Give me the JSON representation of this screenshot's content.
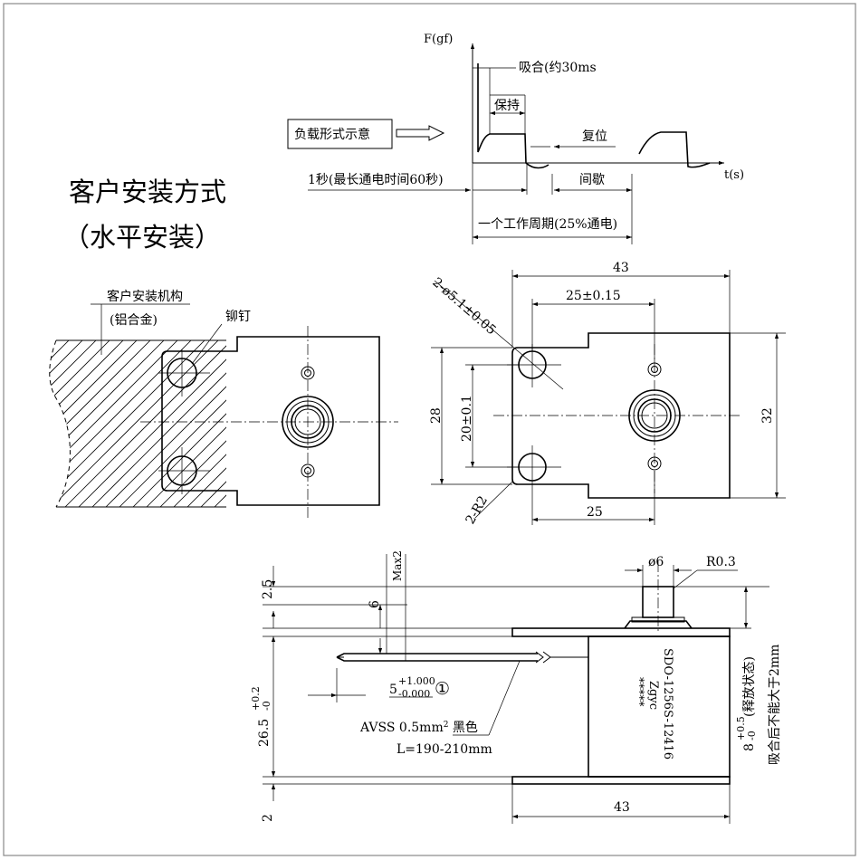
{
  "load_diagram": {
    "f_axis": "F(gf)",
    "t_axis": "t(s)",
    "pull_in": "吸合(约30ms",
    "hold": "保持",
    "reset": "复位",
    "load_form": "负载形式示意",
    "one_second": "1秒(最长通电时间60秒)",
    "interval": "间歇",
    "cycle": "一个工作周期(25%通电)"
  },
  "install": {
    "title": "客户安装方式",
    "subtitle": "（水平安装）",
    "mechanism": "客户安装机构",
    "material": "(铝合金)",
    "rivet": "铆钉"
  },
  "top_view": {
    "width_43": "43",
    "hole_spacing": "25±0.15",
    "holes": "2-ø5.1±0.05",
    "height_28": "28",
    "hole_pitch": "20±0.1",
    "height_32": "32",
    "radius": "2-R2",
    "width_25": "25"
  },
  "side_view": {
    "dim_2_5": "2.5",
    "dim_max2": "Max2",
    "dim_6": "6",
    "dim_26_5_base": "26.5",
    "dim_26_5_tol_up": "+0.2",
    "dim_26_5_tol_low": "-0",
    "dim_2": "2",
    "dim_5_base": "5",
    "dim_5_tol_up": "+1.000",
    "dim_5_tol_low": "-0.000",
    "circled": "①",
    "phi6": "ø6",
    "r0_3": "R0.3",
    "wire_spec_a": "AVSS 0.5mm",
    "wire_spec_sup": "2",
    "wire_spec_b": " 黑色",
    "wire_len": "L=190-210mm",
    "dim_43": "43",
    "dim_8_base": "8",
    "dim_8_tol_up": "+0.5",
    "dim_8_tol_low": "-0",
    "release_state": "(释放状态)",
    "pull_in_note": "吸合后不能大于2mm",
    "model": "SDO-1256S-12416",
    "stars": "*****",
    "brand": "Zgyc"
  }
}
